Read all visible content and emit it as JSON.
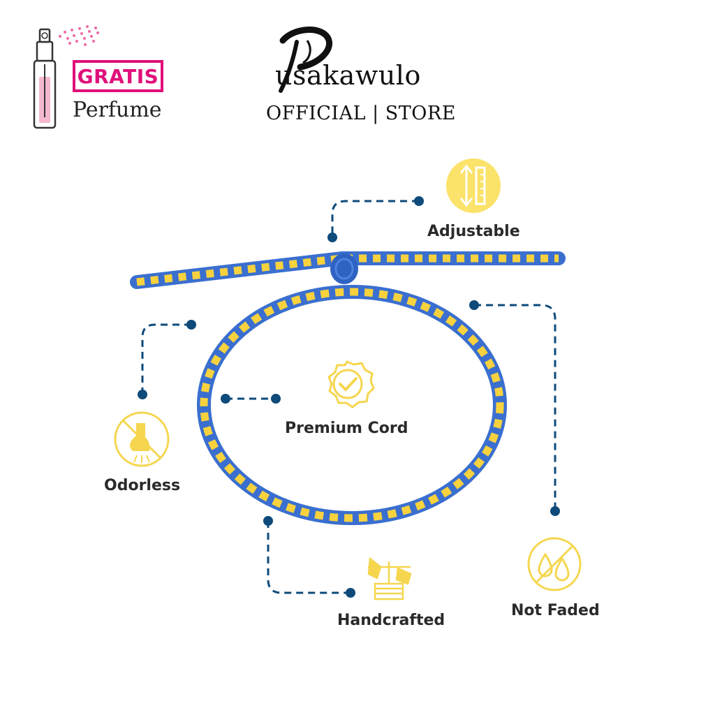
{
  "header": {
    "gratis": "GRATIS",
    "perfume": "Perfume",
    "brand_name": "usakawulo",
    "brand_sub": "OFFICIAL | STORE"
  },
  "features": {
    "adjustable": "Adjustable",
    "premium_cord": "Premium Cord",
    "odorless": "Odorless",
    "handcrafted": "Handcrafted",
    "not_faded": "Not Faded"
  },
  "colors": {
    "accent_pink": "#e0107a",
    "icon_yellow": "#fbe26a",
    "line_navy": "#0e4a7a",
    "cord_blue": "#3a6fd0",
    "cord_yellow": "#f7d23e"
  },
  "icons": [
    "perfume-bottle-icon",
    "ruler-icon",
    "badge-check-icon",
    "no-smell-icon",
    "hand-weaving-icon",
    "no-fade-icon"
  ]
}
